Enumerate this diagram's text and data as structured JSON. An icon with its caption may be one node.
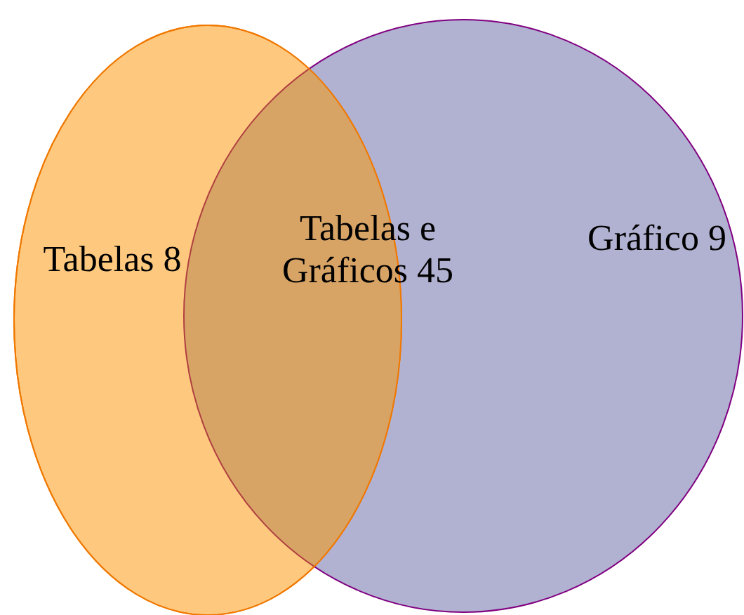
{
  "diagram": {
    "nodes": [
      {
        "text": [
          "Tabelas 8"
        ]
      },
      {
        "text": [
          "Gráfico 9"
        ]
      }
    ],
    "edges": [],
    "labels": [
      "Tabelas e Gráficos 45"
    ]
  }
}
